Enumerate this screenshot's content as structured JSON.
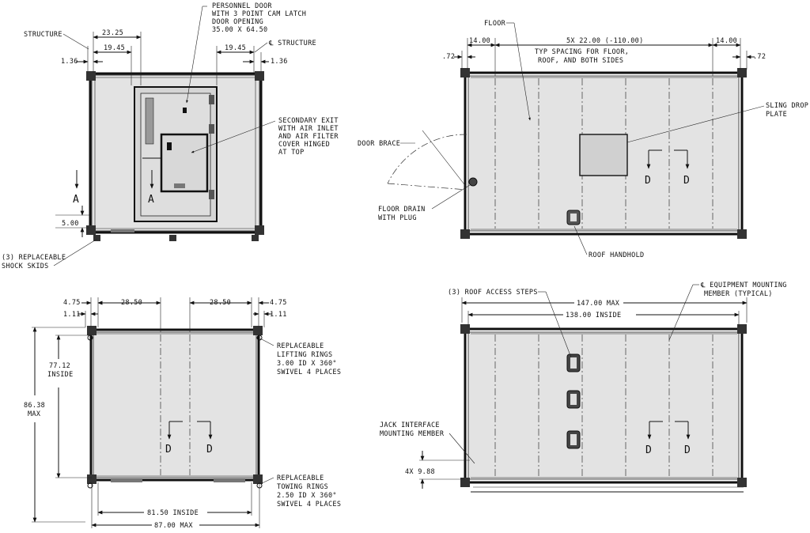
{
  "views": {
    "front": {
      "dims": {
        "d1": "23.25",
        "d2": "19.45",
        "d3": "1.36",
        "d4": "19.45",
        "d5": "1.36",
        "d6": "5.00"
      },
      "callouts": {
        "structure": "STRUCTURE",
        "cl_structure": "℄ STRUCTURE",
        "door": [
          "PERSONNEL DOOR",
          "WITH 3 POINT CAM LATCH",
          "DOOR OPENING",
          "35.00 X 64.50"
        ],
        "secondary_exit": [
          "SECONDARY EXIT",
          "WITH AIR INLET",
          "AND AIR FILTER",
          "COVER HINGED",
          "AT TOP"
        ],
        "skids": [
          "(3) REPLACEABLE",
          "SHOCK SKIDS"
        ]
      },
      "section_label": "A"
    },
    "floor_plan": {
      "dims": {
        "left": "14.00",
        "middle": "5X 22.00 (-110.00)",
        "right": "14.00",
        "offset_l": ".72",
        "offset_r": ".72"
      },
      "callouts": {
        "floor": "FLOOR",
        "spacing": [
          "TYP SPACING FOR FLOOR,",
          "ROOF, AND BOTH SIDES"
        ],
        "sling": [
          "SLING DROP",
          "PLATE"
        ],
        "door_brace": "DOOR BRACE",
        "floor_drain": [
          "FLOOR DRAIN",
          "WITH PLUG"
        ],
        "roof_handhold": "ROOF HANDHOLD"
      },
      "section_label": "D"
    },
    "end": {
      "dims": {
        "d1": "4.75",
        "d2": "28.50",
        "d3": "28.50",
        "d4": "4.75",
        "d5": "1.11",
        "d6": "1.11",
        "inside_h": [
          "77.12",
          "INSIDE"
        ],
        "max_h": [
          "86.38",
          "MAX"
        ],
        "inside_w": "81.50 INSIDE",
        "max_w": "87.00 MAX"
      },
      "callouts": {
        "lifting": [
          "REPLACEABLE",
          "LIFTING RINGS",
          "3.00 ID X 360°",
          "SWIVEL 4 PLACES"
        ],
        "towing": [
          "REPLACEABLE",
          "TOWING RINGS",
          "2.50 ID X 360°",
          "SWIVEL 4 PLACES"
        ]
      },
      "section_label": "D"
    },
    "side": {
      "dims": {
        "max_w": "147.00 MAX",
        "inside_w": "138.00 INSIDE",
        "spacing": "4X 9.88"
      },
      "callouts": {
        "steps": "(3) ROOF ACCESS STEPS",
        "mounting": [
          "℄ EQUIPMENT MOUNTING",
          "MEMBER (TYPICAL)"
        ],
        "jack": [
          "JACK INTERFACE",
          "MOUNTING MEMBER"
        ]
      },
      "section_label": "D"
    }
  }
}
